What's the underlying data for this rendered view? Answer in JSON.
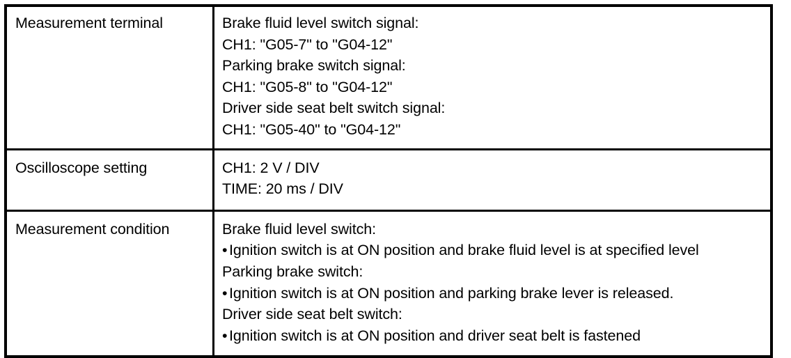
{
  "table": {
    "rows": [
      {
        "label": "Measurement terminal",
        "lines": [
          {
            "type": "text",
            "text": "Brake fluid level switch signal:"
          },
          {
            "type": "text",
            "text": "CH1: \"G05-7\" to \"G04-12\""
          },
          {
            "type": "text",
            "text": "Parking brake switch signal:"
          },
          {
            "type": "text",
            "text": "CH1: \"G05-8\" to \"G04-12\""
          },
          {
            "type": "text",
            "text": "Driver side seat belt switch signal:"
          },
          {
            "type": "text",
            "text": "CH1: \"G05-40\" to \"G04-12\""
          }
        ]
      },
      {
        "label": "Oscilloscope setting",
        "lines": [
          {
            "type": "text",
            "text": "CH1: 2 V / DIV"
          },
          {
            "type": "text",
            "text": "TIME: 20 ms / DIV"
          }
        ]
      },
      {
        "label": "Measurement condition",
        "lines": [
          {
            "type": "text",
            "text": "Brake fluid level switch:"
          },
          {
            "type": "bullet",
            "bullet": "•",
            "text": "Ignition switch is at ON position and brake fluid level is at specified level"
          },
          {
            "type": "text",
            "text": "Parking brake switch:"
          },
          {
            "type": "bullet",
            "bullet": "•",
            "text": "Ignition switch is at ON position and parking brake lever is released."
          },
          {
            "type": "text",
            "text": "Driver side seat belt switch:"
          },
          {
            "type": "bullet",
            "bullet": "•",
            "text": "Ignition switch is at ON position and driver seat belt is fastened"
          }
        ]
      }
    ]
  },
  "colors": {
    "border": "#000000",
    "text": "#000000",
    "background": "#ffffff"
  }
}
